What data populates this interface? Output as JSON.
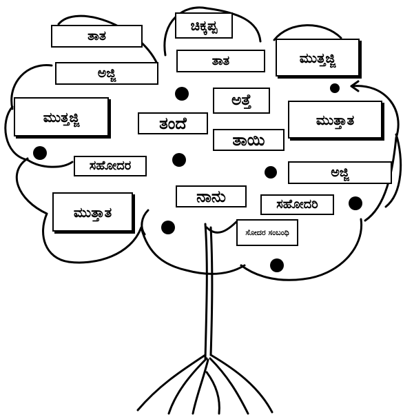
{
  "family_tree": {
    "labels": {
      "taata_top": "ತಾತ",
      "ajji_top": "ಅಜ್ಜಿ",
      "chikkappa": "ಚಿಕ್ಕಪ್ಪ",
      "taata_mid": "ತಾತ",
      "muttajji_top_right": "ಮುತ್ತಜ್ಜಿ",
      "atte": "ಅತ್ತೆ",
      "muttajji_left": "ಮುತ್ತಜ್ಜಿ",
      "tande": "ತಂದೆ",
      "taayi": "ತಾಯಿ",
      "muttaata_right": "ಮುತ್ತಾತ",
      "sahodara": "ಸಹೋದರ",
      "ajji_right": "ಅಜ್ಜಿ",
      "naanu": "ನಾನು",
      "sahodari": "ಸಹೋದರಿ",
      "muttaata_left": "ಮುತ್ತಾತ",
      "sodara_sambandhi": "ಸೋದರ ಸಂಬಂಧಿ"
    }
  }
}
